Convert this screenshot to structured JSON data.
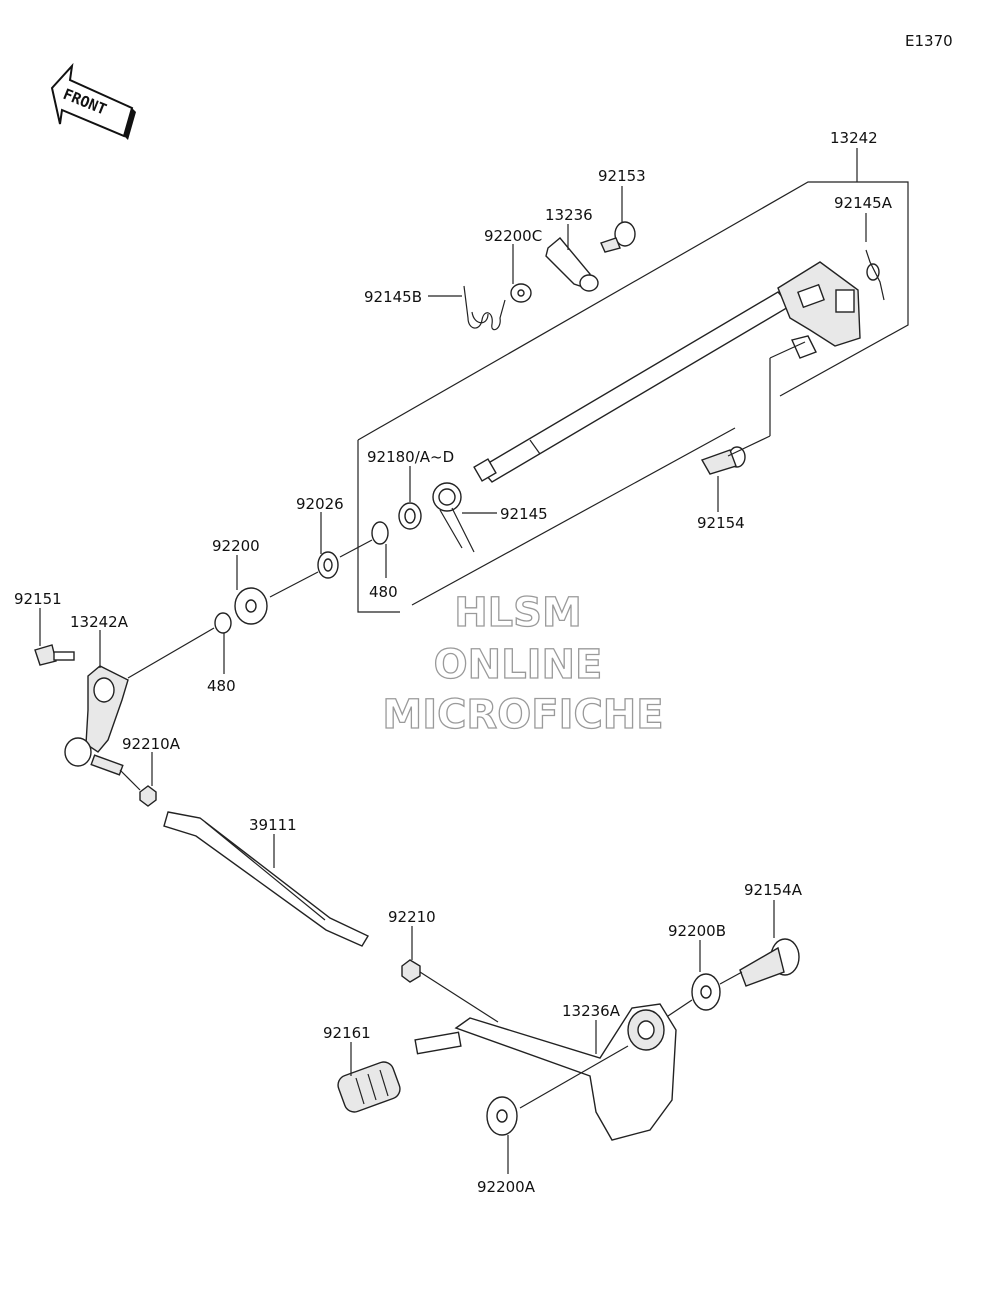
{
  "diagram_id": "E1370",
  "front_arrow_label": "FRONT",
  "watermark": [
    "HLSM",
    "ONLINE",
    "MICROFICHE"
  ],
  "labels": {
    "p13242": "13242",
    "p92145A": "92145A",
    "p92153": "92153",
    "p13236": "13236",
    "p92200C": "92200C",
    "p92145B": "92145B",
    "p92180": "92180/A~D",
    "p92145": "92145",
    "p92154": "92154",
    "p92026": "92026",
    "p480a": "480",
    "p92200": "92200",
    "p480b": "480",
    "p92151": "92151",
    "p13242A": "13242A",
    "p92210A": "92210A",
    "p39111": "39111",
    "p92210": "92210",
    "p92154A": "92154A",
    "p92200B": "92200B",
    "p13236A": "13236A",
    "p92161": "92161",
    "p92200A": "92200A"
  }
}
